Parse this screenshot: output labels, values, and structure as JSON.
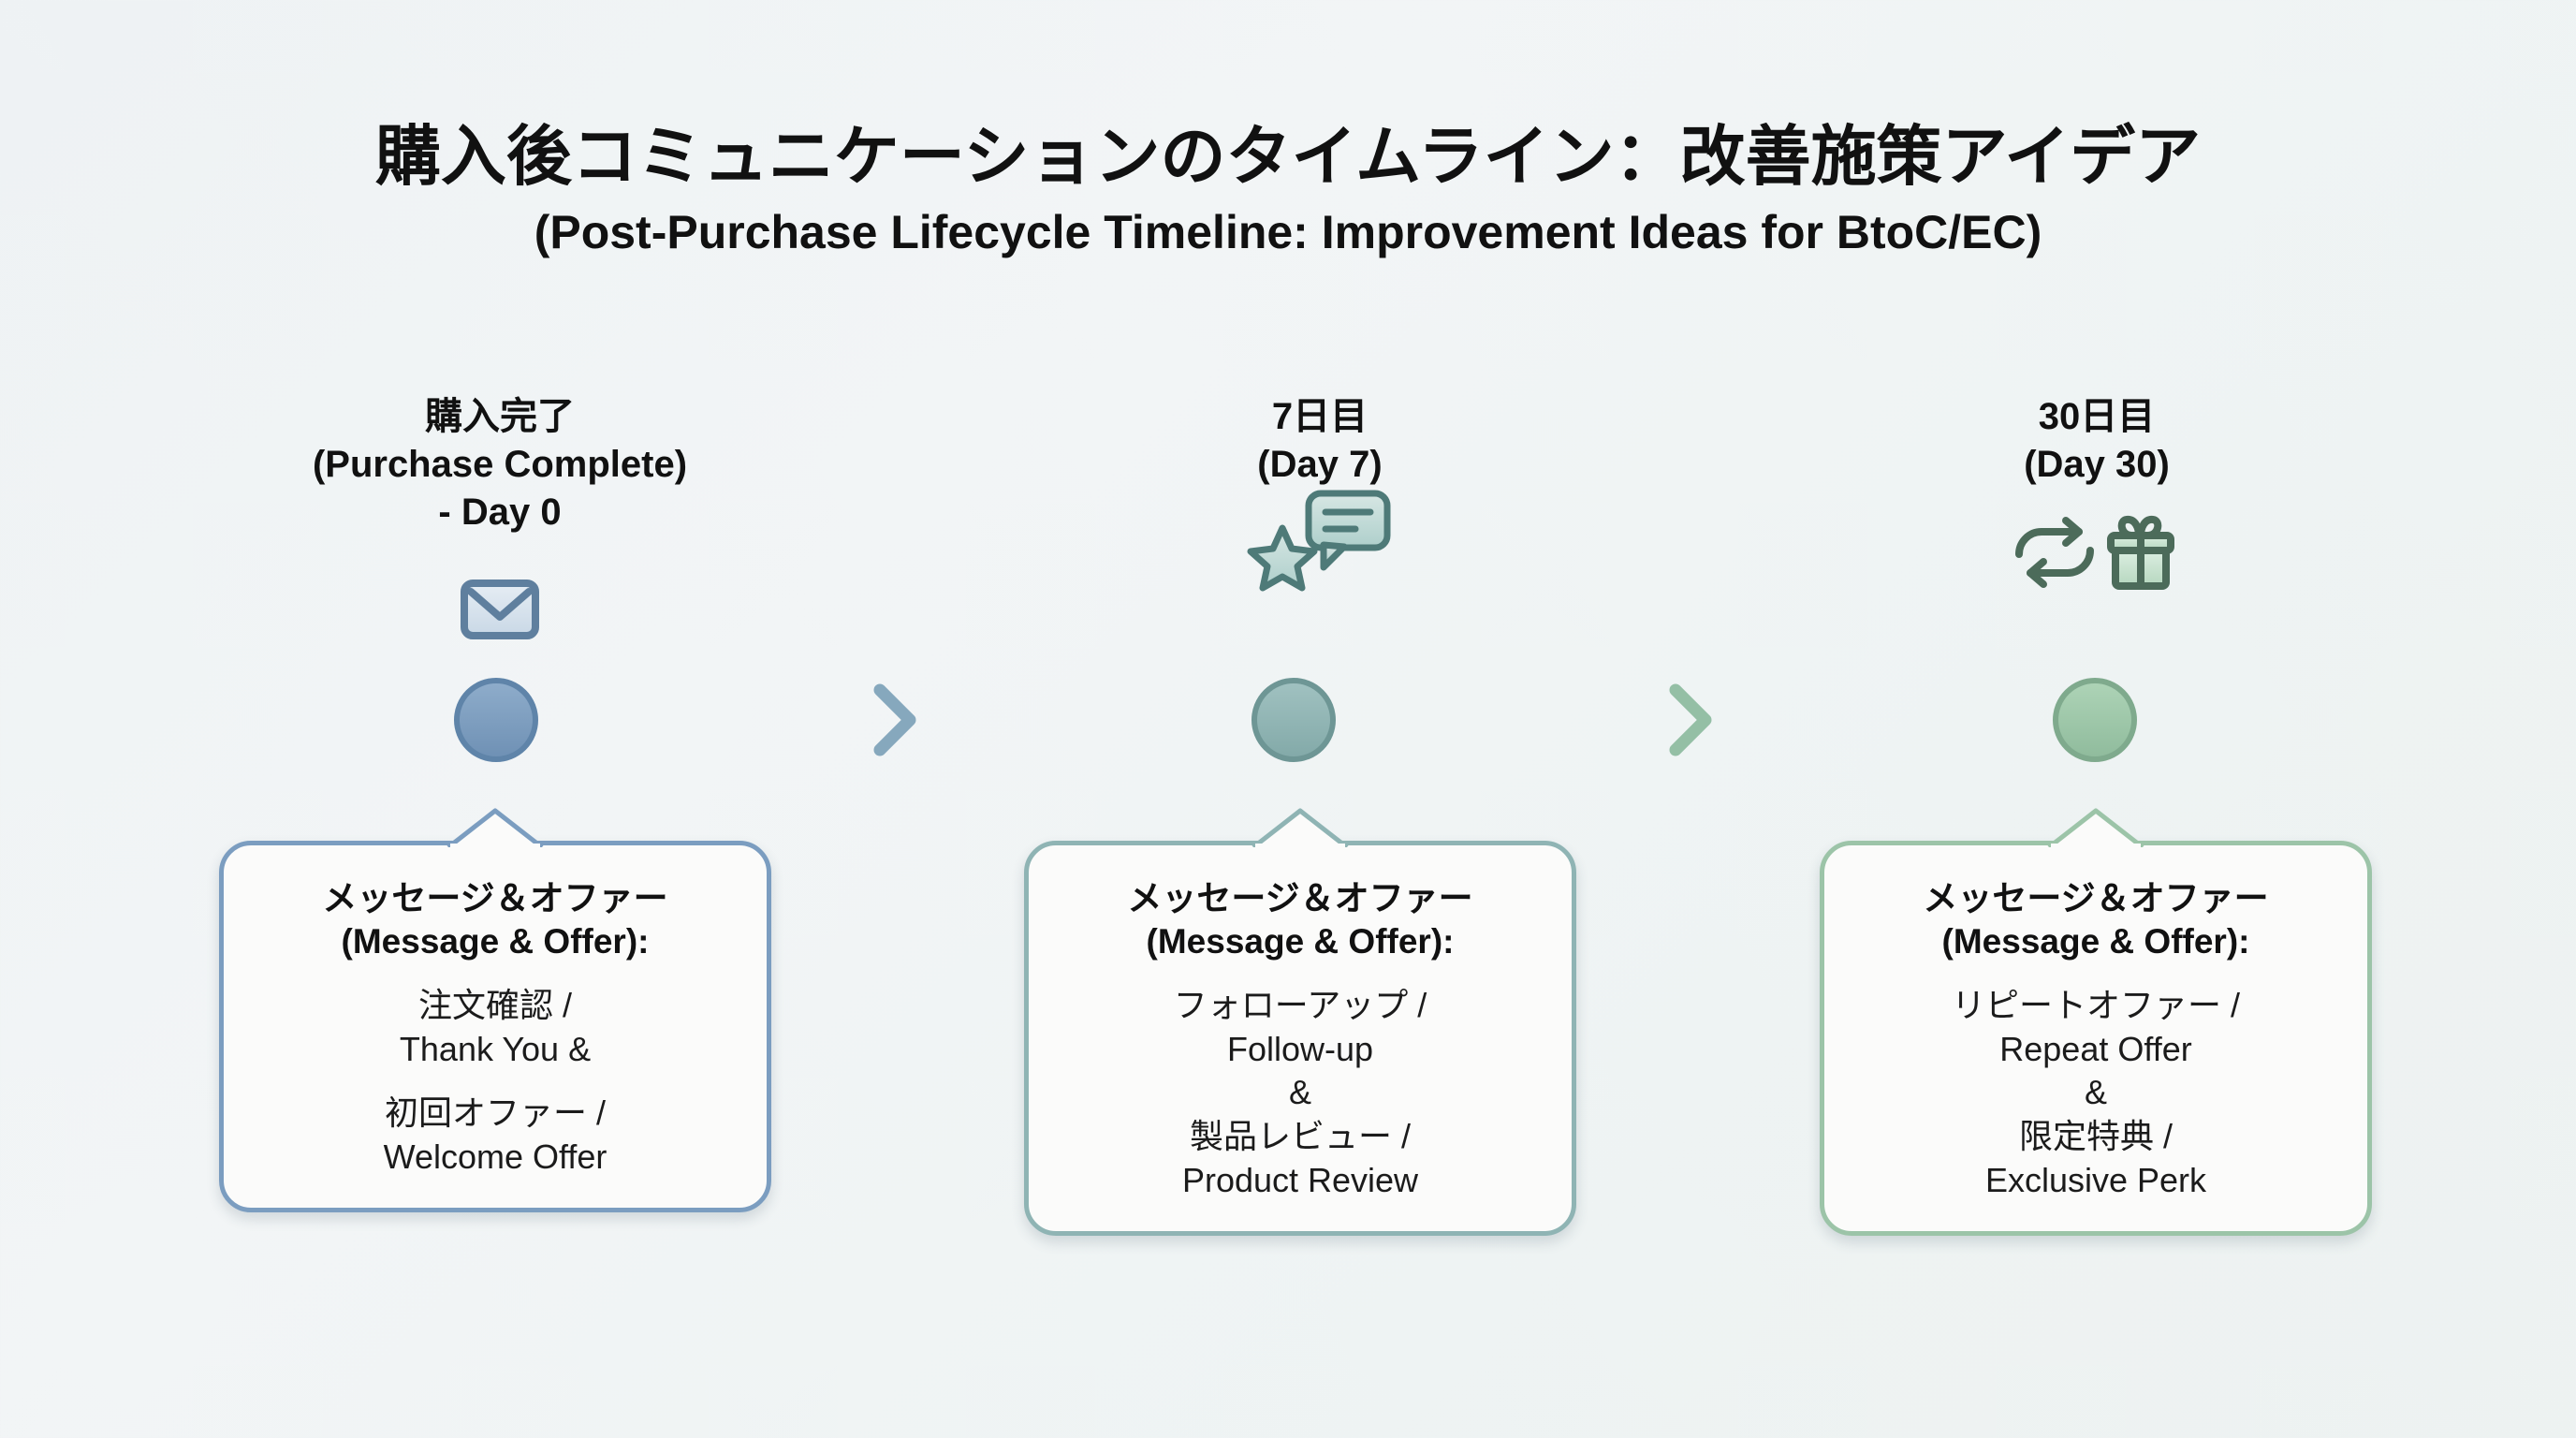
{
  "header": {
    "title_ja": "購入後コミュニケーションのタイムライン：改善施策アイデア",
    "title_en": "(Post-Purchase Lifecycle Timeline: Improvement Ideas for BtoC/EC)"
  },
  "theme": {
    "background": "#eef2f4",
    "node_day0": "#7b9dc0",
    "node_day7": "#8fb4b4",
    "node_day30": "#9cc4a8",
    "line_start": "#7b9dc0",
    "line_mid": "#8fb4b4",
    "line_end": "#9cc4a8",
    "card_background": "#fbfbfa",
    "text": "#111111"
  },
  "timeline": {
    "milestones": [
      {
        "id": "day-0",
        "label_ja": "購入完了",
        "label_en": "(Purchase Complete)",
        "label_day": "- Day 0",
        "icons": [
          "envelope-icon"
        ],
        "node_color": "#7b9dc0",
        "card": {
          "heading_ja": "メッセージ＆オファー",
          "heading_en": "(Message & Offer):",
          "lines": [
            "注文確認 /",
            "Thank You &",
            "",
            "初回オファー /",
            "Welcome Offer"
          ],
          "border_color": "#7b9dc0"
        }
      },
      {
        "id": "day-7",
        "label_ja": "7日目",
        "label_en": "(Day 7)",
        "label_day": "",
        "icons": [
          "star-icon",
          "speech-bubble-icon"
        ],
        "node_color": "#8fb4b4",
        "card": {
          "heading_ja": "メッセージ＆オファー",
          "heading_en": "(Message & Offer):",
          "lines": [
            "フォローアップ /",
            "Follow-up",
            "&",
            "製品レビュー /",
            "Product Review"
          ],
          "border_color": "#8fb4b4"
        }
      },
      {
        "id": "day-30",
        "label_ja": "30日目",
        "label_en": "(Day 30)",
        "label_day": "",
        "icons": [
          "repeat-icon",
          "gift-icon"
        ],
        "node_color": "#9cc4a8",
        "card": {
          "heading_ja": "メッセージ＆オファー",
          "heading_en": "(Message & Offer):",
          "lines": [
            "リピートオファー /",
            "Repeat Offer",
            "&",
            "限定特典 /",
            "Exclusive Perk"
          ],
          "border_color": "#9cc4a8"
        }
      }
    ],
    "connectors": [
      {
        "from": "day-0",
        "to": "day-7",
        "arrow": "chevron-right-icon"
      },
      {
        "from": "day-7",
        "to": "day-30",
        "arrow": "chevron-right-icon"
      }
    ]
  }
}
